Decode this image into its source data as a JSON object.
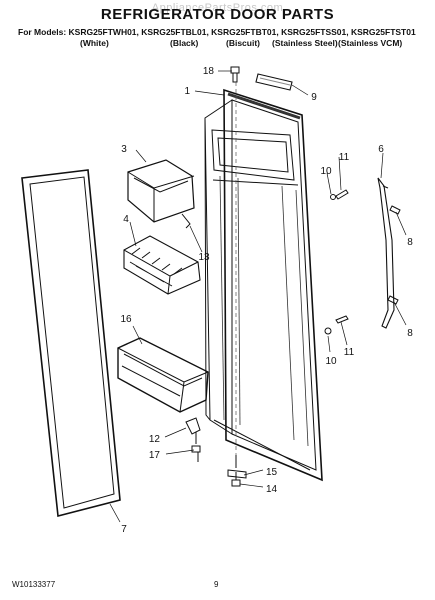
{
  "header": {
    "watermark": "AppliancePartsPros.com",
    "title": "REFRIGERATOR DOOR PARTS",
    "models": "For Models: KSRG25FTWH01, KSRG25FTBL01, KSRG25FTBT01, KSRG25FTSS01, KSRG25FTST01",
    "colors": [
      "(White)",
      "(Black)",
      "(Biscuit)",
      "(Stainless Steel)",
      "(Stainless VCM)"
    ]
  },
  "callouts": {
    "c1": "1",
    "c3": "3",
    "c4": "4",
    "c6": "6",
    "c7": "7",
    "c8a": "8",
    "c8b": "8",
    "c9": "9",
    "c10a": "10",
    "c10b": "10",
    "c11a": "11",
    "c11b": "11",
    "c12": "12",
    "c13": "13",
    "c14": "14",
    "c15": "15",
    "c16": "16",
    "c17": "17",
    "c18": "18"
  },
  "footer": {
    "doc_number": "W10133377",
    "page_number": "9"
  }
}
